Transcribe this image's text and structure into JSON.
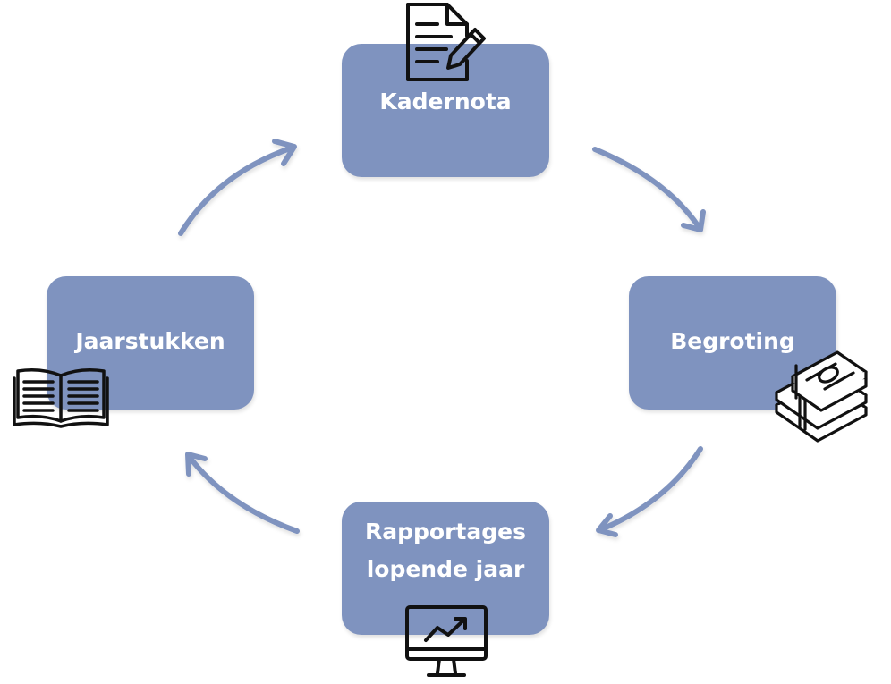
{
  "diagram": {
    "nodes": [
      {
        "id": "kadernota",
        "lines": [
          "Kadernota"
        ],
        "icon": "document-pen-icon"
      },
      {
        "id": "begroting",
        "lines": [
          "Begroting"
        ],
        "icon": "money-stack-icon"
      },
      {
        "id": "rapportages",
        "lines": [
          "Rapportages",
          "lopende jaar"
        ],
        "icon": "monitor-chart-icon"
      },
      {
        "id": "jaarstukken",
        "lines": [
          "Jaarstukken"
        ],
        "icon": "open-book-icon"
      }
    ],
    "flow": [
      "kadernota",
      "begroting",
      "rapportages",
      "jaarstukken",
      "kadernota"
    ],
    "colors": {
      "box": "#7f93bf",
      "arrow": "#7f93bf",
      "text": "#ffffff",
      "icon": "#111111"
    }
  }
}
